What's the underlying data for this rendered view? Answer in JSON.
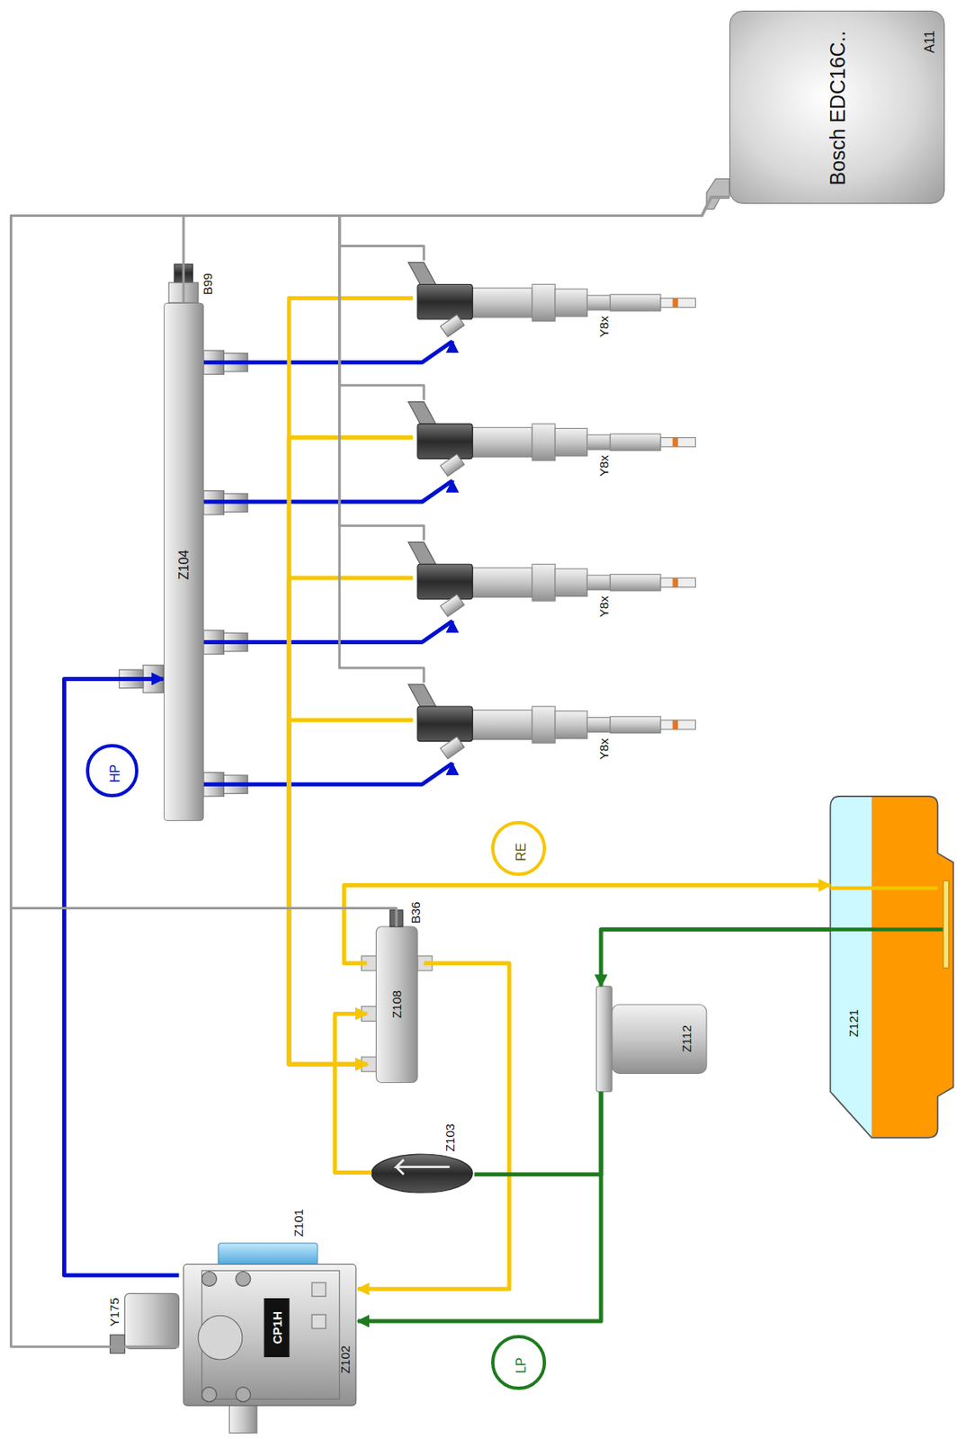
{
  "diagram": {
    "nodes": [
      {
        "text": [
          "Bosch EDC16C..",
          "A11"
        ]
      },
      {
        "text": [
          "HP"
        ]
      },
      {
        "text": [
          "Z104"
        ]
      },
      {
        "text": [
          "Y8x"
        ]
      },
      {
        "text": [
          "Y8x"
        ]
      },
      {
        "text": [
          "Y8x"
        ]
      },
      {
        "text": [
          "Y8x"
        ]
      },
      {
        "text": [
          "RE"
        ]
      },
      {
        "text": [
          "Z108"
        ]
      },
      {
        "text": [
          "Z112"
        ]
      },
      {
        "text": [
          "Z121"
        ]
      },
      {
        "text": [
          "Z103"
        ]
      },
      {
        "text": [
          "CP1H"
        ]
      },
      {
        "text": [
          "LP"
        ]
      }
    ],
    "edges": [
      {
        "from": 12,
        "to": 2,
        "arrow": "to"
      },
      {
        "from": 2,
        "to": 3,
        "arrow": "to"
      },
      {
        "from": 2,
        "to": 4,
        "arrow": "to"
      },
      {
        "from": 2,
        "to": 5,
        "arrow": "to"
      },
      {
        "from": 2,
        "to": 6,
        "arrow": "to"
      },
      {
        "from": 3,
        "to": 8,
        "arrow": "to"
      },
      {
        "from": 4,
        "to": 8,
        "arrow": "to"
      },
      {
        "from": 5,
        "to": 8,
        "arrow": "to"
      },
      {
        "from": 6,
        "to": 8,
        "arrow": "to"
      },
      {
        "from": 8,
        "to": 10,
        "arrow": "to"
      },
      {
        "from": 8,
        "to": 12,
        "arrow": "to"
      },
      {
        "from": 11,
        "to": 8,
        "arrow": "to"
      },
      {
        "from": 10,
        "to": 9,
        "arrow": "to"
      },
      {
        "from": 9,
        "to": 12,
        "arrow": "to"
      },
      {
        "from": 9,
        "to": 11,
        "arrow": "none"
      },
      {
        "from": 0,
        "to": 2,
        "arrow": "none"
      },
      {
        "from": 0,
        "to": 3,
        "arrow": "none"
      },
      {
        "from": 0,
        "to": 4,
        "arrow": "none"
      },
      {
        "from": 0,
        "to": 5,
        "arrow": "none"
      },
      {
        "from": 0,
        "to": 6,
        "arrow": "none"
      },
      {
        "from": 0,
        "to": 8,
        "arrow": "none"
      },
      {
        "from": 0,
        "to": 12,
        "arrow": "none"
      }
    ],
    "labels": [
      "B99",
      "B36",
      "Y175",
      "Z101",
      "Z102"
    ]
  }
}
